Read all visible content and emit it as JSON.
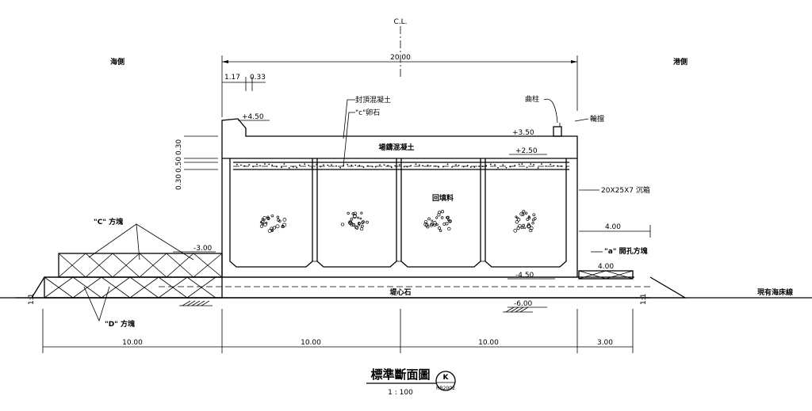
{
  "labels": {
    "cl": "C.L.",
    "sea_side": "海側",
    "harbor_side": "港側",
    "dim_top_total": "20.00",
    "dim_top_117": "1.17",
    "dim_top_033": "0.33",
    "cap_concrete": "封頂混凝土",
    "c_stone": "\"c\"卵石",
    "bollard": "曲柱",
    "fender": "輪擋",
    "elev_p450": "+4.50",
    "elev_p350": "+3.50",
    "elev_p250": "+2.50",
    "filling_concrete": "場鑄混凝土",
    "side_dims": "0.30 0.50 0.30",
    "side_dim_a": "0.30",
    "side_dim_b": "0.50",
    "side_dim_c": "0.30",
    "caisson": "20X25X7 沉箱",
    "backfill": "回填料",
    "c_block": "\"C\" 方塊",
    "elev_m300": "-3.00",
    "dim_400_upper": "4.00",
    "a_block": "\"a\" 開孔方塊",
    "dim_400_lower": "4.00",
    "elev_m450": "-4.50",
    "rubble_core": "堤心石",
    "elev_m600": "-6.00",
    "seabed": "現有海床線",
    "slope_left": "1:1",
    "slope_right": "1:1",
    "d_block": "\"D\" 方塊",
    "dim_bottom_1": "10.00",
    "dim_bottom_2": "10.00",
    "dim_bottom_3": "10.00",
    "dim_bottom_4": "3.00",
    "drawing_title": "標準斷面圖",
    "scale": "1 : 100",
    "section_mark": "K",
    "sheet_no": "HB2002"
  }
}
